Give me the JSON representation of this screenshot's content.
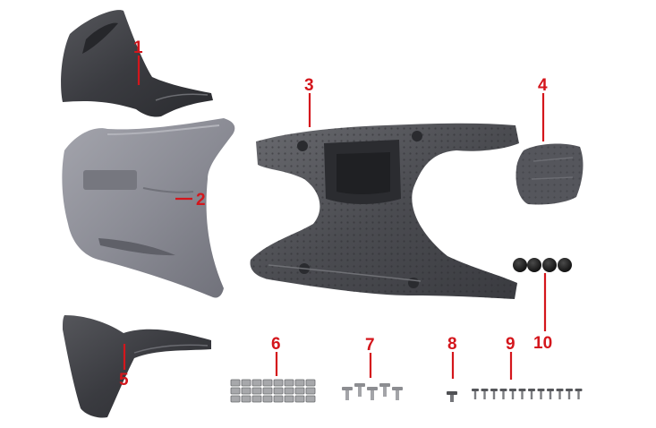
{
  "diagram": {
    "parts": [
      {
        "id": "1",
        "label": "1",
        "description": "front upper fairing"
      },
      {
        "id": "2",
        "label": "2",
        "description": "front inner body cover"
      },
      {
        "id": "3",
        "label": "3",
        "description": "floor panel"
      },
      {
        "id": "4",
        "label": "4",
        "description": "access cover"
      },
      {
        "id": "5",
        "label": "5",
        "description": "front lower fairing"
      },
      {
        "id": "6",
        "label": "6",
        "description": "clip nuts"
      },
      {
        "id": "7",
        "label": "7",
        "description": "flange bolts"
      },
      {
        "id": "8",
        "label": "8",
        "description": "screw"
      },
      {
        "id": "9",
        "label": "9",
        "description": "screws"
      },
      {
        "id": "10",
        "label": "10",
        "description": "rubber plugs"
      }
    ],
    "colors": {
      "callout": "#d4161c",
      "plastic_dark": "#3b3c40",
      "plastic_grey": "#8c8d95",
      "hardware": "#9a9a9a"
    }
  }
}
